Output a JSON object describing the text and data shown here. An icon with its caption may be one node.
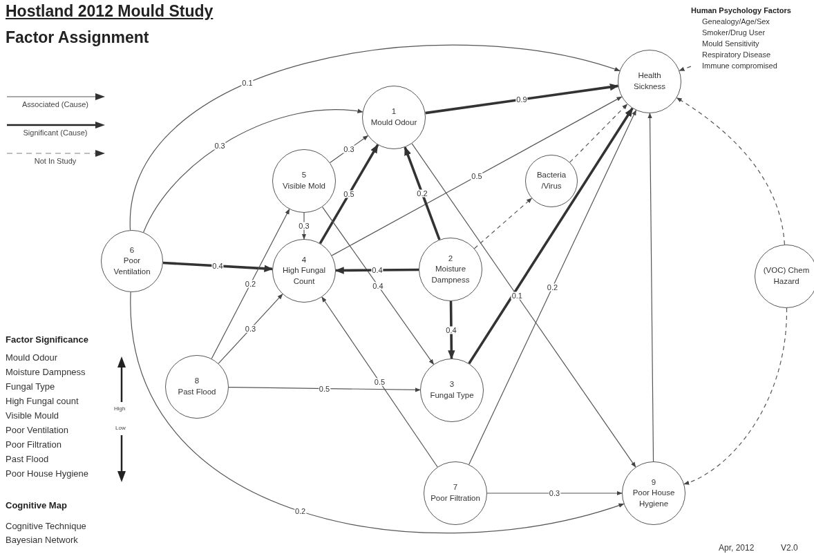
{
  "diagram": {
    "title": "Hostland 2012 Mould Study",
    "nodes": [
      {
        "text": [
          "Health Sickness"
        ]
      },
      {
        "text": [
          "1",
          "Mould Odour"
        ]
      },
      {
        "text": [
          "5",
          "Visible Mold"
        ]
      },
      {
        "text": [
          "Bacteria /Virus"
        ]
      },
      {
        "text": [
          "6",
          "Poor Ventilation"
        ]
      },
      {
        "text": [
          "4",
          "High Fungal Count"
        ]
      },
      {
        "text": [
          "2",
          "Moisture Dampness"
        ]
      },
      {
        "text": [
          "(VOC) Chem Hazard"
        ]
      },
      {
        "text": [
          "8",
          "Past Flood"
        ]
      },
      {
        "text": [
          "3",
          "Fungal Type"
        ]
      },
      {
        "text": [
          "7",
          "Poor Filtration"
        ]
      },
      {
        "text": [
          "9",
          "Poor House Hygiene"
        ]
      },
      {
        "text": [
          "Human Psychology Factors",
          "Genealogy/Age/Sex",
          "Smoker/Drug User",
          "Mould Sensitivity",
          "Respiratory Disease",
          "Immune compromised"
        ]
      }
    ],
    "edges": [
      {
        "from": 4,
        "to": 0,
        "arrow": "to",
        "label": "0.1"
      },
      {
        "from": 4,
        "to": 1,
        "arrow": "to",
        "label": "0.3"
      },
      {
        "from": 2,
        "to": 1,
        "arrow": "to",
        "label": "0.3"
      },
      {
        "from": 1,
        "to": 0,
        "arrow": "to",
        "label": "0.9",
        "style": "thick"
      },
      {
        "from": 5,
        "to": 0,
        "arrow": "to",
        "label": "0.5"
      },
      {
        "from": 5,
        "to": 1,
        "arrow": "to",
        "label": "0.5",
        "style": "thick"
      },
      {
        "from": 6,
        "to": 1,
        "arrow": "to",
        "label": "0.2",
        "style": "thick"
      },
      {
        "from": 3,
        "to": 0,
        "arrow": "to",
        "style": "dashed"
      },
      {
        "from": 6,
        "to": 3,
        "arrow": "to",
        "style": "dashed"
      },
      {
        "from": 9,
        "to": 0,
        "arrow": "to",
        "style": "thick"
      },
      {
        "from": 10,
        "to": 0,
        "arrow": "to",
        "label": "0.2"
      },
      {
        "from": 11,
        "to": 0,
        "arrow": "to"
      },
      {
        "from": 7,
        "to": 0,
        "arrow": "to",
        "style": "dashed"
      },
      {
        "from": 7,
        "to": 11,
        "arrow": "to",
        "style": "dashed"
      },
      {
        "from": 12,
        "to": 0,
        "arrow": "to",
        "style": "dashed"
      },
      {
        "from": 1,
        "to": 11,
        "arrow": "to",
        "label": "0.1"
      },
      {
        "from": 2,
        "to": 5,
        "arrow": "to",
        "label": "0.3"
      },
      {
        "from": 2,
        "to": 9,
        "arrow": "to",
        "label": "0.4"
      },
      {
        "from": 4,
        "to": 5,
        "arrow": "to",
        "label": "0.4",
        "style": "thick"
      },
      {
        "from": 6,
        "to": 5,
        "arrow": "to",
        "label": "0.4",
        "style": "thick"
      },
      {
        "from": 6,
        "to": 9,
        "arrow": "to",
        "label": "0.4",
        "style": "thick"
      },
      {
        "from": 8,
        "to": 2,
        "arrow": "to",
        "label": "0.2"
      },
      {
        "from": 8,
        "to": 5,
        "arrow": "to",
        "label": "0.3"
      },
      {
        "from": 8,
        "to": 9,
        "arrow": "to",
        "label": "0.5"
      },
      {
        "from": 10,
        "to": 5,
        "arrow": "to",
        "label": "0.5"
      },
      {
        "from": 10,
        "to": 11,
        "arrow": "to",
        "label": "0.3"
      },
      {
        "from": 4,
        "to": 11,
        "arrow": "to",
        "label": "0.2"
      }
    ],
    "labels": [
      "Factor Assignment",
      "Factor Significance",
      "Mould Odour",
      "Moisture Dampness",
      "Fungal Type",
      "High Fungal count",
      "Visible Mould",
      "Poor Ventilation",
      "Poor Filtration",
      "Past Flood",
      "Poor House Hygiene",
      "High",
      "Low",
      "Cognitive Map",
      "Cognitive Technique",
      "Bayesian Network",
      "Apr, 2012",
      "V2.0"
    ],
    "legend": [
      {
        "text": "Associated (Cause)"
      },
      {
        "text": "Significant (Cause)"
      },
      {
        "text": "Not In Study"
      }
    ]
  }
}
